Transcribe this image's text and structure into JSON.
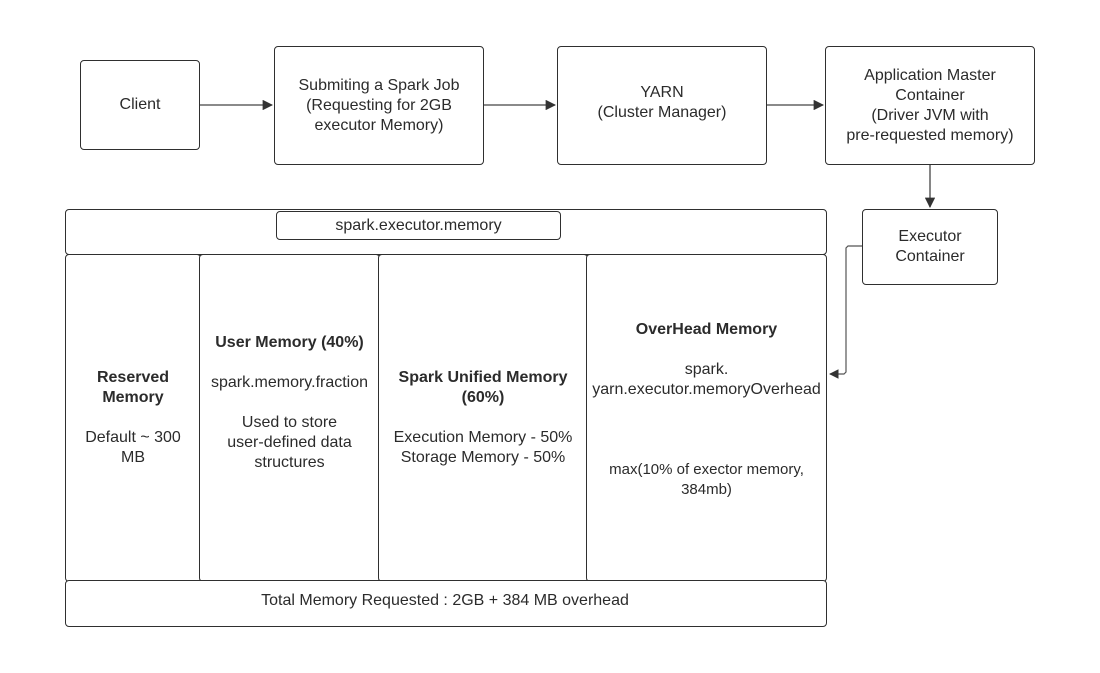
{
  "flow": {
    "client": "Client",
    "submit": [
      "Submiting a Spark Job",
      "(Requesting for 2GB",
      "executor Memory)"
    ],
    "yarn": [
      "YARN",
      "(Cluster Manager)"
    ],
    "app_master": [
      "Application Master",
      "Container",
      "(Driver JVM with",
      "pre-requested memory)"
    ],
    "executor": [
      "Executor",
      "Container"
    ]
  },
  "memory": {
    "header": "spark.executor.memory",
    "reserved": {
      "title": [
        "Reserved",
        "Memory"
      ],
      "desc": [
        "Default ~ 300",
        "MB"
      ]
    },
    "user": {
      "title": "User Memory (40%)",
      "param": "spark.memory.fraction",
      "desc": [
        "Used to store",
        "user-defined data",
        "structures"
      ]
    },
    "unified": {
      "title": [
        "Spark Unified Memory",
        "(60%)"
      ],
      "desc": [
        "Execution Memory - 50%",
        "Storage Memory - 50%"
      ]
    },
    "overhead": {
      "title": "OverHead Memory",
      "param": [
        "spark.",
        "yarn.executor.memoryOverhead"
      ],
      "desc": [
        "max(10% of exector memory,",
        "384mb)"
      ]
    },
    "total": "Total Memory Requested  : 2GB + 384 MB overhead"
  }
}
